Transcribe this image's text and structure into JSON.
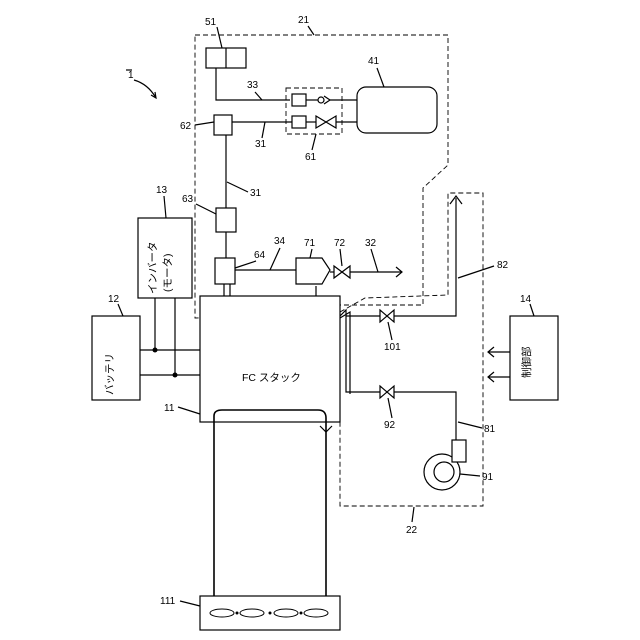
{
  "diagram": {
    "system_ref": "1",
    "components": {
      "fc_stack": {
        "ref": "11",
        "label": "FC スタック"
      },
      "battery": {
        "ref": "12",
        "label": "バッテリ"
      },
      "inverter": {
        "ref": "13",
        "label_line1": "インバータ",
        "label_line2": "(モータ)"
      },
      "controller": {
        "ref": "14",
        "label": "制御部"
      },
      "hydrogen_system": {
        "ref": "21"
      },
      "air_system": {
        "ref": "22"
      },
      "pipe_31a": {
        "ref": "31"
      },
      "pipe_31b": {
        "ref": "31"
      },
      "pipe_32": {
        "ref": "32"
      },
      "pipe_33": {
        "ref": "33"
      },
      "pipe_34": {
        "ref": "34"
      },
      "tank": {
        "ref": "41"
      },
      "block_51": {
        "ref": "51"
      },
      "valve_group": {
        "ref": "61"
      },
      "junction_62": {
        "ref": "62"
      },
      "block_63": {
        "ref": "63"
      },
      "block_64": {
        "ref": "64"
      },
      "separator": {
        "ref": "71"
      },
      "valve_72": {
        "ref": "72"
      },
      "pipe_81": {
        "ref": "81"
      },
      "pipe_82": {
        "ref": "82"
      },
      "compressor": {
        "ref": "91"
      },
      "valve_92": {
        "ref": "92"
      },
      "valve_101": {
        "ref": "101"
      },
      "radiator": {
        "ref": "111"
      }
    }
  }
}
